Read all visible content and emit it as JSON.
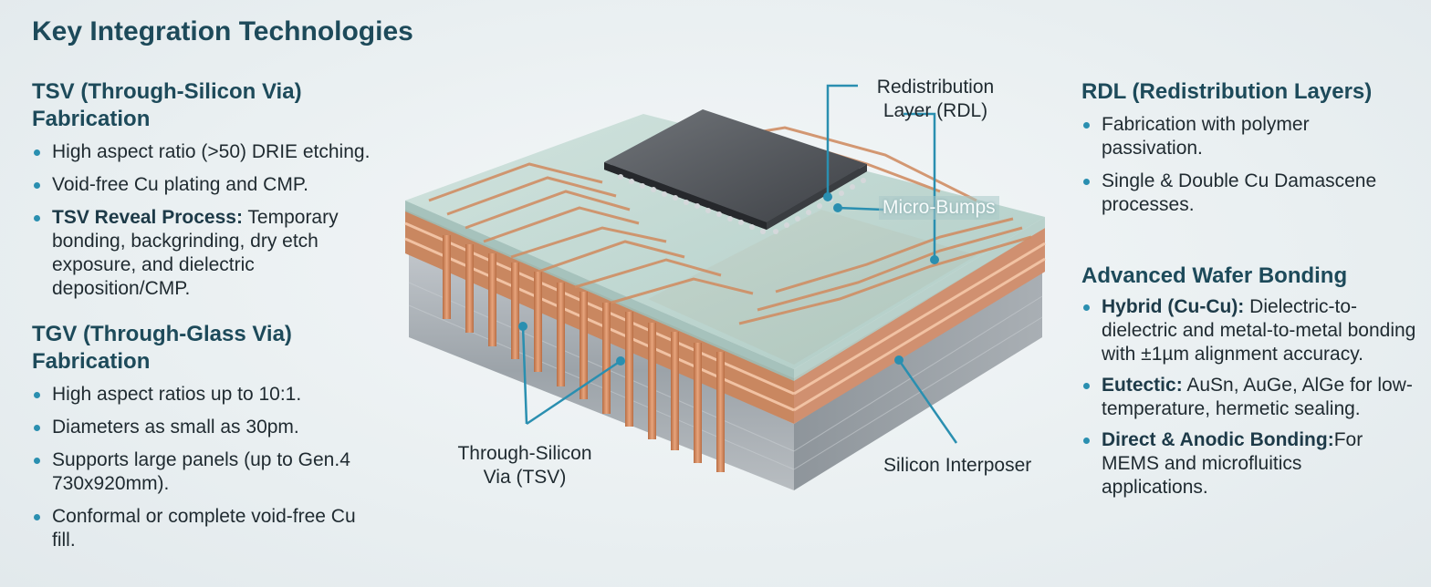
{
  "title": "Key Integration Technologies",
  "tsv": {
    "heading": "TSV (Through-Silicon Via) Fabrication",
    "items": [
      {
        "text": "High aspect ratio (>50) DRIE etching."
      },
      {
        "text": "Void-free Cu plating and CMP."
      },
      {
        "bold": "TSV Reveal Process:",
        "text": " Temporary bonding, backgrinding, dry etch exposure, and dielectric deposition/CMP."
      }
    ]
  },
  "tgv": {
    "heading_line1": "TGV (Through-Glass Via)",
    "heading_line2": "Fabrication",
    "items": [
      {
        "text": "High aspect ratios up to 10:1."
      },
      {
        "text": "Diameters as small as 30pm."
      },
      {
        "text": "Supports large panels (up to Gen.4 730x920mm)."
      },
      {
        "text": "Conformal or complete void-free Cu fill."
      }
    ]
  },
  "rdl": {
    "heading": "RDL (Redistribution Layers)",
    "items": [
      {
        "text": "Fabrication with polymer passivation."
      },
      {
        "text": "Single & Double Cu Damascene processes."
      }
    ]
  },
  "bonding": {
    "heading": "Advanced Wafer Bonding",
    "items": [
      {
        "bold": "Hybrid (Cu-Cu):",
        "text": " Dielectric-to-dielectric and metal-to-metal bonding with ±1µm alignment accuracy."
      },
      {
        "bold": "Eutectic:",
        "text": " AuSn, AuGe, AlGe for low-temperature, hermetic sealing."
      },
      {
        "bold": "Direct & Anodic Bonding:",
        "text": "For MEMS and microfluitics applications."
      }
    ]
  },
  "diagram": {
    "rdl_label_line1": "Redistribution",
    "rdl_label_line2": "Layer (RDL)",
    "microbumps_label": "Micro-Bumps",
    "tsv_label_line1": "Through-Silicon",
    "tsv_label_line2": "Via (TSV)",
    "interposer_label": "Silicon Interposer",
    "colors": {
      "copper": "#d4946b",
      "leader": "#2a8fb0",
      "chip": "#4a4d52",
      "silicon": "#a7adb3"
    }
  }
}
